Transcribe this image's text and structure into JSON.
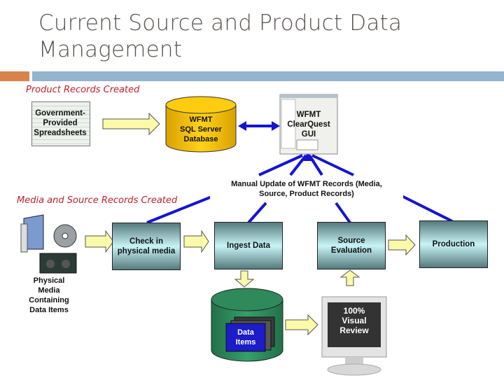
{
  "title": {
    "line1": "Current Source and Product Data",
    "line2": "Management"
  },
  "sections": {
    "product_records": "Product Records Created",
    "media_records": "Media and Source Records Created"
  },
  "nodes": {
    "spreadsheets": "Government-\nProvided\nSpreadsheets",
    "sql_db": {
      "l1": "WFMT",
      "l2": "SQL Server",
      "l3": "Database"
    },
    "clearquest": {
      "l1": "WFMT",
      "l2": "ClearQuest",
      "l3": "GUI"
    },
    "manual_update": {
      "l1": "Manual Update of WFMT Records (Media,",
      "l2": "Source, Product Records)"
    },
    "check_in": {
      "l1": "Check in",
      "l2": "physical media"
    },
    "ingest": "Ingest Data",
    "source_eval": {
      "l1": "Source",
      "l2": "Evaluation"
    },
    "production": "Production",
    "physical_media": {
      "l1": "Physical",
      "l2": "Media",
      "l3": "Containing",
      "l4": "Data Items"
    },
    "data_items": {
      "l1": "Data",
      "l2": "Items"
    },
    "visual_review": {
      "l1": "100%",
      "l2": "Visual",
      "l3": "Review"
    }
  },
  "colors": {
    "arrow_fill": "#fafaa8",
    "connector": "#1414d2",
    "db_yellow": "#f5c000",
    "db_green": "#2e8a5a",
    "accent_orange": "#d9834b",
    "accent_blue": "#93b3cf"
  }
}
